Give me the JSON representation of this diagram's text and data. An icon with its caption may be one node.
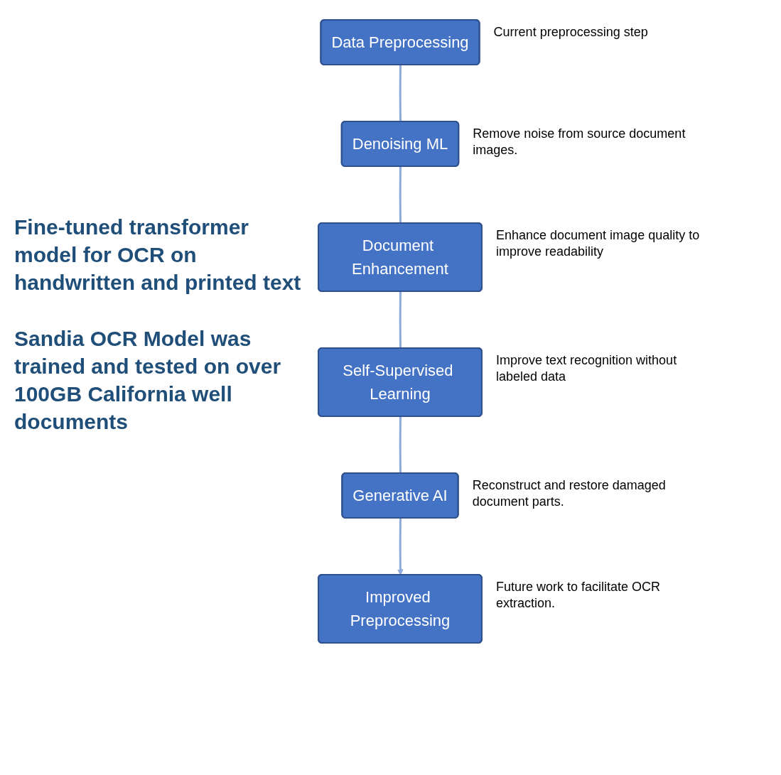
{
  "diagram": {
    "nodes": [
      {
        "text": [
          "Data Preprocessing"
        ],
        "beside": [
          "Current preprocessing step"
        ]
      },
      {
        "text": [
          "Denoising ML"
        ],
        "beside": [
          "Remove noise from source document images."
        ]
      },
      {
        "text": [
          "Document Enhancement"
        ],
        "beside": [
          "Enhance document image quality to improve readability"
        ]
      },
      {
        "text": [
          "Self-Supervised Learning"
        ],
        "beside": [
          "Improve text recognition without labeled data"
        ]
      },
      {
        "text": [
          "Generative AI"
        ],
        "beside": [
          "Reconstruct and restore damaged document parts."
        ]
      },
      {
        "text": [
          "Improved Preprocessing"
        ],
        "beside": [
          "Future work to facilitate OCR extraction."
        ]
      }
    ],
    "edges": [
      {
        "from": 0,
        "to": 1,
        "arrow": "none"
      },
      {
        "from": 1,
        "to": 2,
        "arrow": "none"
      },
      {
        "from": 2,
        "to": 3,
        "arrow": "none"
      },
      {
        "from": 3,
        "to": 4,
        "arrow": "none"
      },
      {
        "from": 4,
        "to": 5,
        "arrow": "to"
      }
    ],
    "labels": [
      "Fine-tuned transformer model for OCR on handwritten and printed text",
      "Sandia OCR Model was trained and tested on over 100GB California well documents"
    ]
  }
}
